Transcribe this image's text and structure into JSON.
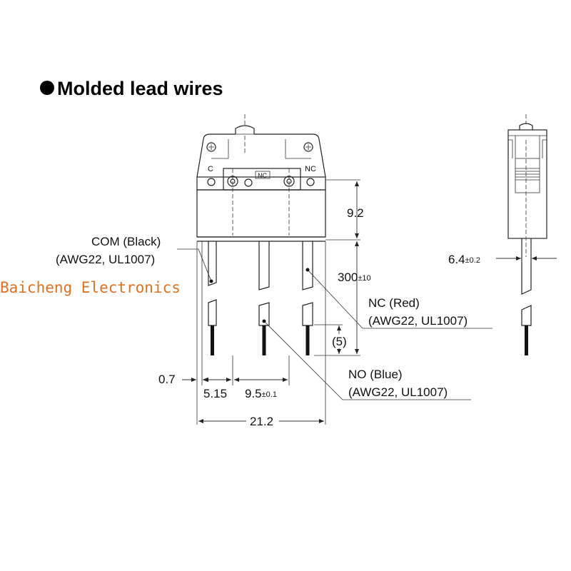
{
  "title": "Molded lead wires",
  "watermark": {
    "text": "Baicheng Electronics",
    "color": "#e07020"
  },
  "terminals": {
    "c": "C",
    "nc": "NC",
    "nc_box": "NC"
  },
  "wires": {
    "com": {
      "name": "COM (Black)",
      "spec": "(AWG22, UL1007)"
    },
    "nc": {
      "name": "NC (Red)",
      "spec": "(AWG22, UL1007)"
    },
    "no": {
      "name": "NO (Blue)",
      "spec": "(AWG22, UL1007)"
    }
  },
  "dimensions": {
    "height": "9.2",
    "lead_length": "300",
    "lead_length_tol": "±10",
    "strip": "(5)",
    "offset": "0.7",
    "pitch1": "5.15",
    "pitch2": "9.5",
    "pitch2_tol": "±0.1",
    "width": "21.2",
    "side_width": "6.4",
    "side_width_tol": "±0.2"
  }
}
